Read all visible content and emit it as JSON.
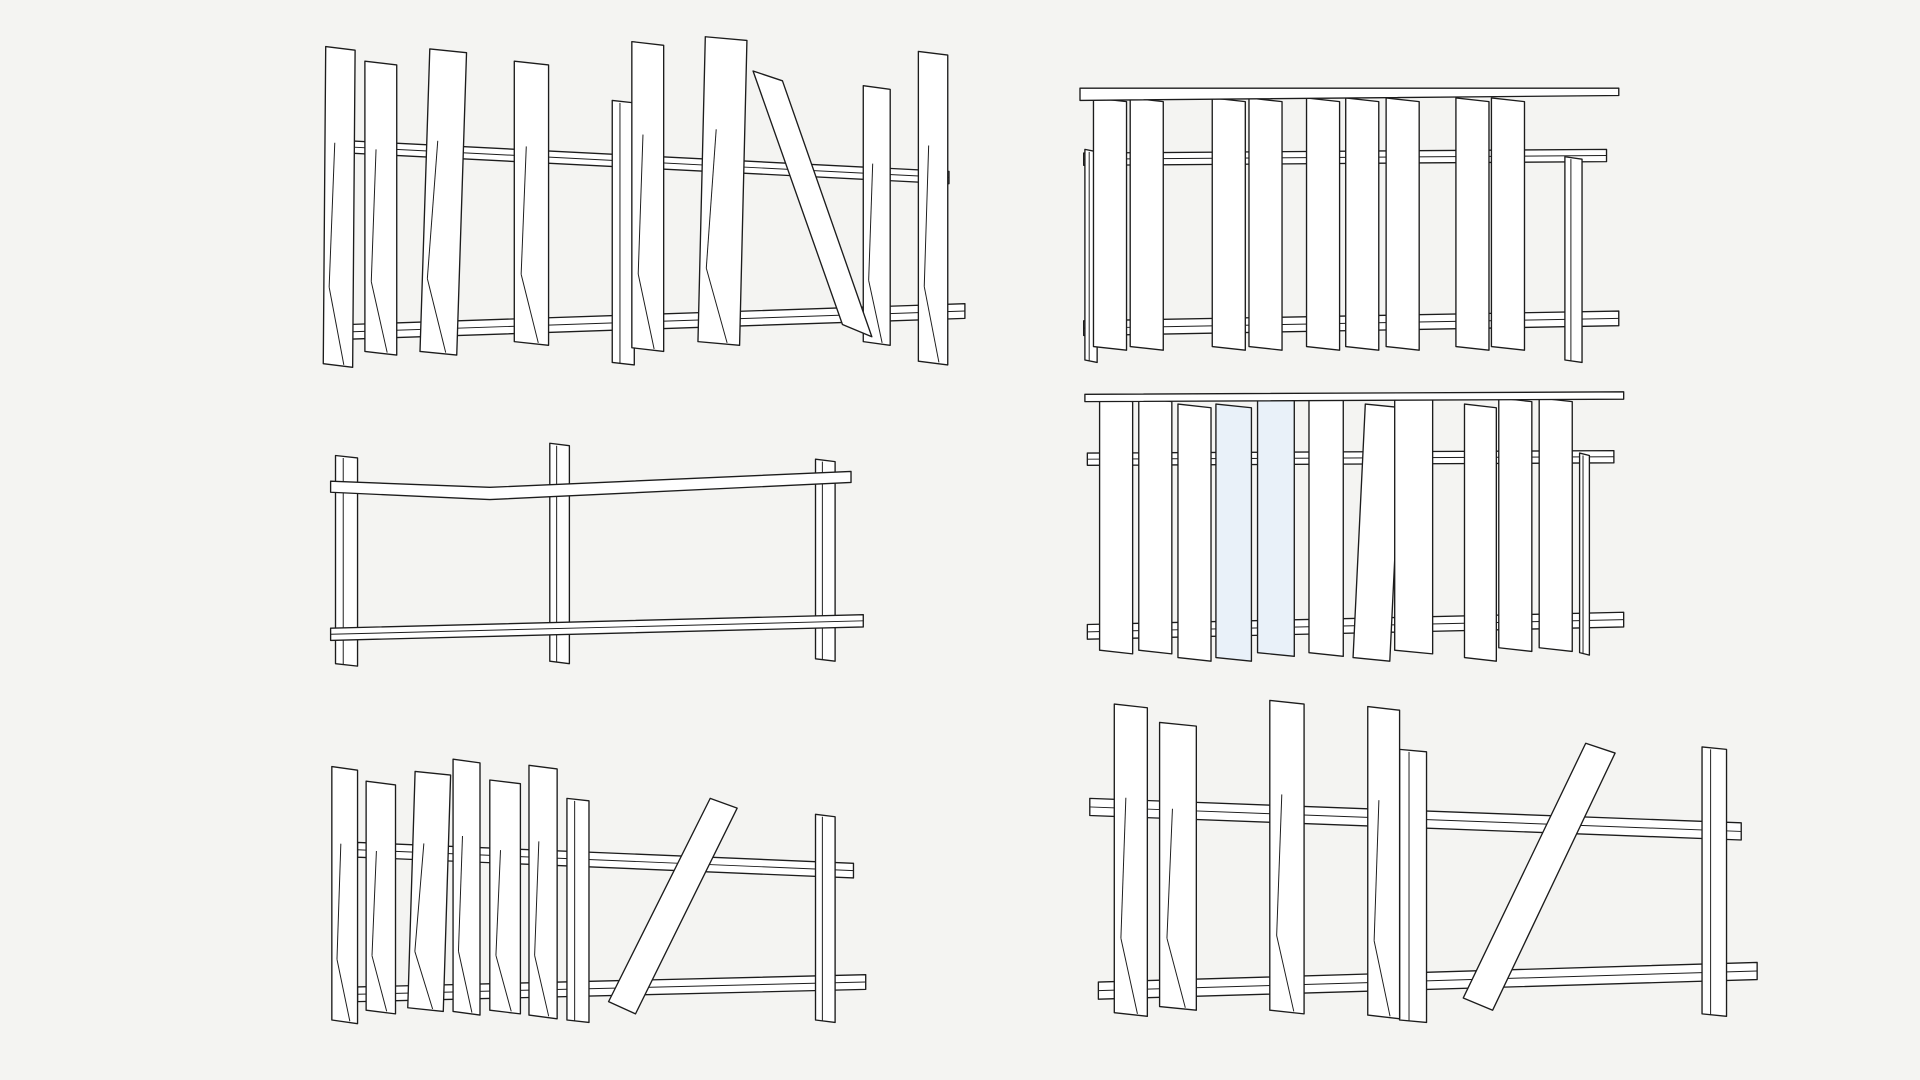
{
  "colors": {
    "background": "#f4f4f2",
    "outline": "#1c1c1c",
    "plank_fill": "#ffffff",
    "highlight_fill": "#e9f1f9"
  },
  "fences": [
    {
      "name": "picket-fence-irregular-tall"
    },
    {
      "name": "board-fence-with-top-cap"
    },
    {
      "name": "rail-fence-two-rails"
    },
    {
      "name": "board-fence-with-top-cap-broken"
    },
    {
      "name": "picket-fence-broken-short"
    },
    {
      "name": "picket-fence-broken-sparse"
    }
  ]
}
